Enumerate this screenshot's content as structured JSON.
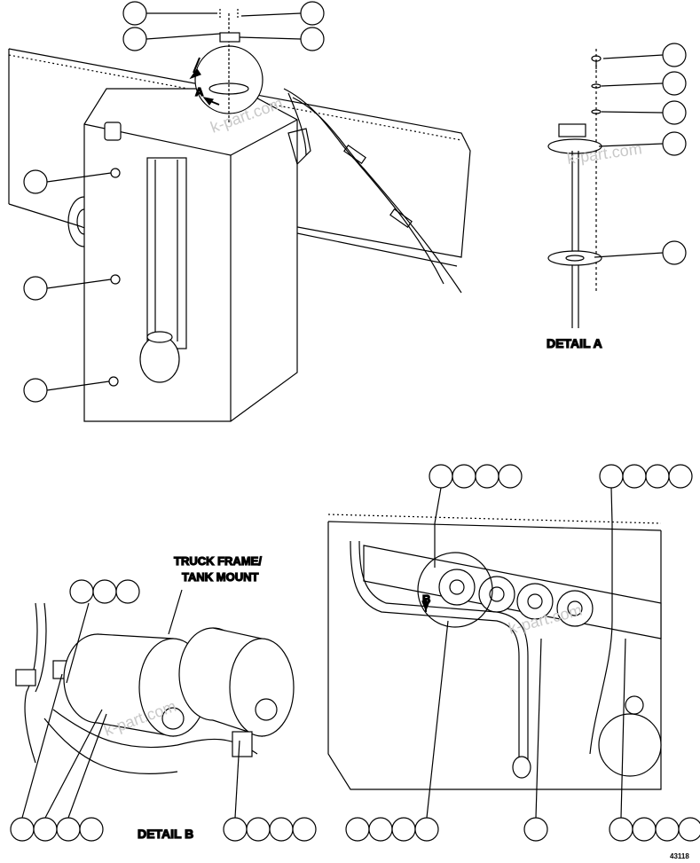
{
  "diagram": {
    "labels": {
      "detail_a_title": "DETAIL A",
      "detail_b_title": "DETAIL B",
      "truck_frame_line1": "TRUCK FRAME/",
      "truck_frame_line2": "TANK MOUNT",
      "view_a": "A",
      "view_b": "B",
      "figure_number": "43118"
    },
    "watermark": "k-part.com",
    "callout_fill": "#ffffff",
    "line_color": "#000000"
  }
}
